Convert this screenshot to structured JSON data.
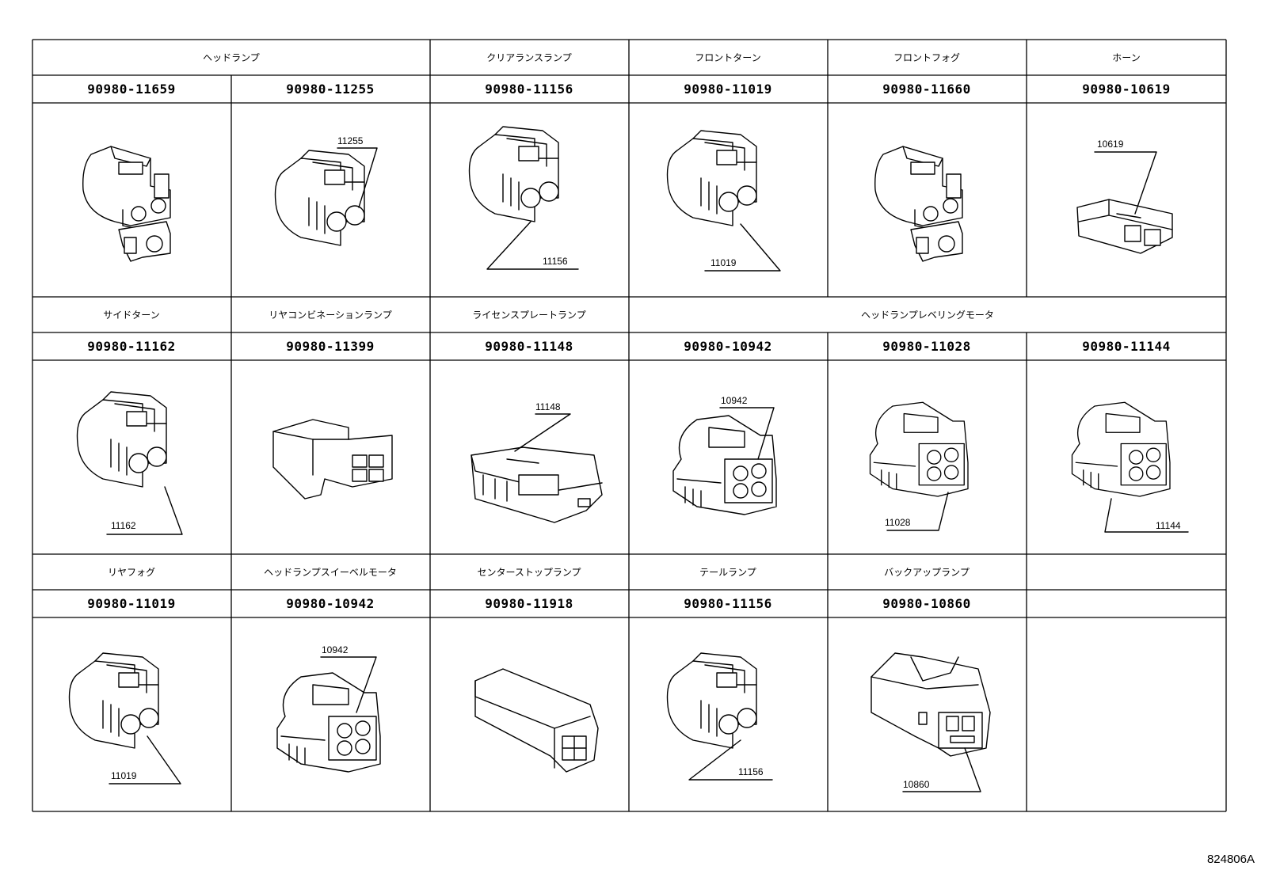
{
  "header_row1": [
    "ヘッドランプ",
    "クリアランスランプ",
    "フロントターン",
    "フロントフォグ",
    "ホーン"
  ],
  "parts_row1": [
    "90980-11659",
    "90980-11255",
    "90980-11156",
    "90980-11019",
    "90980-11660",
    "90980-10619"
  ],
  "header_row2": [
    "サイドターン",
    "リヤコンビネーションランプ",
    "ライセンスプレートランプ",
    "ヘッドランプレベリングモータ"
  ],
  "parts_row2": [
    "90980-11162",
    "90980-11399",
    "90980-11148",
    "90980-10942",
    "90980-11028",
    "90980-11144"
  ],
  "header_row3": [
    "リヤフォグ",
    "ヘッドランプスイーベルモータ",
    "センターストップランプ",
    "テールランプ",
    "バックアップランプ"
  ],
  "parts_row3": [
    "90980-11019",
    "90980-10942",
    "90980-11918",
    "90980-11156",
    "90980-10860"
  ],
  "callouts": {
    "c1_2": "11255",
    "c1_3": "11156",
    "c1_4": "11019",
    "c1_6": "10619",
    "c2_1": "11162",
    "c2_3": "11148",
    "c2_4": "10942",
    "c2_5": "11028",
    "c2_6": "11144",
    "c3_1": "11019",
    "c3_2": "10942",
    "c3_4": "11156",
    "c3_5": "10860"
  },
  "figure_ref": "824806A"
}
